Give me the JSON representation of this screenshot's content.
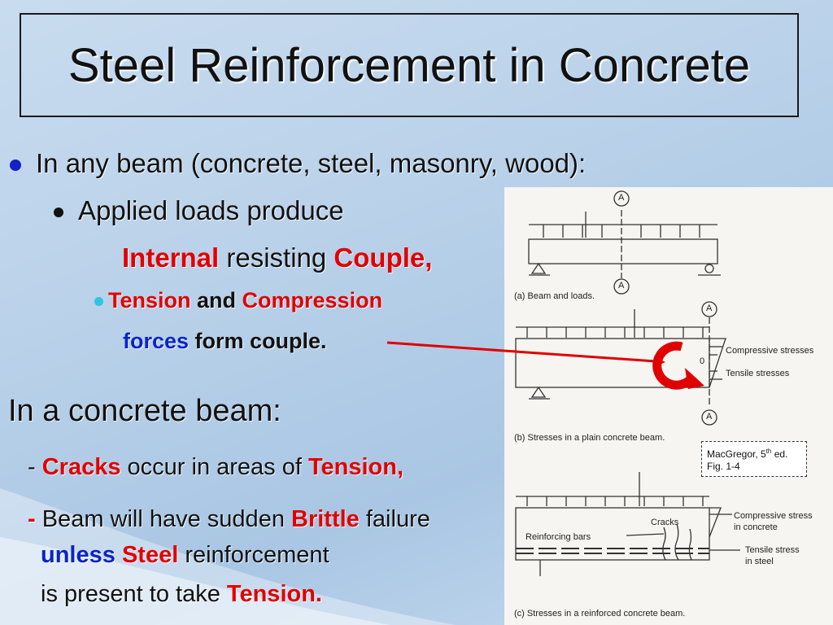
{
  "slide": {
    "title": "Steel Reinforcement in Concrete",
    "bullet1": "In any beam (concrete, steel, masonry, wood):",
    "bullet2": "Applied loads produce",
    "line3": {
      "w1": "Internal",
      "w2": " resisting ",
      "w3": "Couple,"
    },
    "line4": {
      "w1": "Tension",
      "w2": " and ",
      "w3": "Compression"
    },
    "line5": {
      "w1": "forces",
      "w2": " form couple."
    },
    "heading2": "In a concrete beam:",
    "line7": {
      "dash": "- ",
      "w1": "Cracks",
      "w2": " occur in areas of ",
      "w3": "Tension",
      "w4": ","
    },
    "line8": {
      "dash": "- ",
      "w1": "Beam will have sudden ",
      "w2": "Brittle",
      "w3": " failure"
    },
    "line9": {
      "w1": "unless ",
      "w2": "Steel",
      "w3": " reinforcement"
    },
    "line10": {
      "w1": "is present to take ",
      "w2": "Tension."
    }
  },
  "figure": {
    "section_label": "A",
    "zero_label": "0",
    "caption_a": "(a)  Beam and loads.",
    "caption_b": "(b)  Stresses in a plain concrete beam.",
    "caption_c": "(c)  Stresses in a reinforced concrete beam.",
    "compressive_stresses": "Compressive stresses",
    "tensile_stresses": "Tensile stresses",
    "cracks": "Cracks",
    "reinforcing_bars": "Reinforcing bars",
    "compressive_stress_concrete_1": "Compressive stress",
    "compressive_stress_concrete_2": "in concrete",
    "tensile_stress_steel_1": "Tensile stress",
    "tensile_stress_steel_2": "in steel"
  },
  "citation": {
    "line1": "MacGregor, 5",
    "sup": "th",
    "line1_end": " ed.",
    "line2": "Fig. 1-4"
  },
  "colors": {
    "accent_red": "#e00000",
    "accent_blue": "#0a24c8",
    "bullet_cyan": "#2ec4e6"
  }
}
